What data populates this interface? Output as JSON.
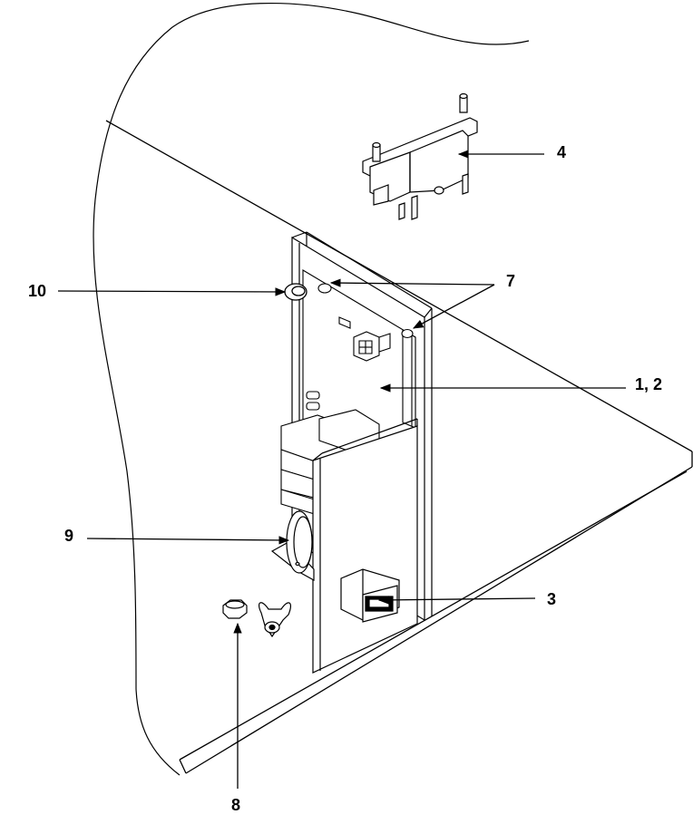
{
  "callouts": {
    "c4": "4",
    "c7": "7",
    "c10": "10",
    "c12": "1, 2",
    "c9": "9",
    "c3": "3",
    "c8": "8"
  },
  "colors": {
    "ink": "#000000",
    "paper": "#ffffff",
    "hatch": "#b5b5b5"
  }
}
